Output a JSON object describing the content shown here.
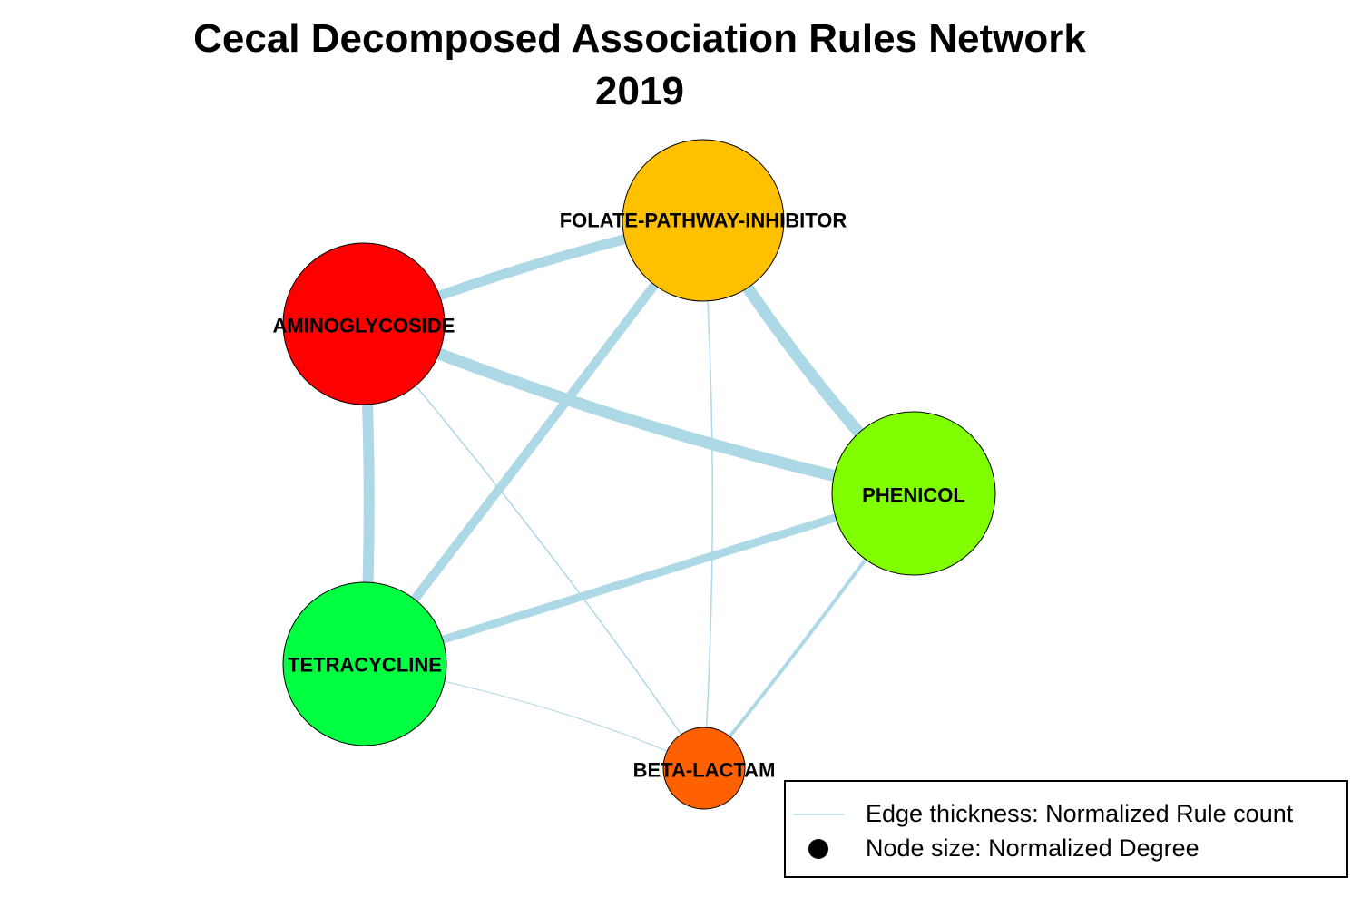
{
  "title": {
    "line1": "Cecal Decomposed Association Rules Network",
    "line2": "2019"
  },
  "colors": {
    "edge": "#add8e6",
    "node_outline": "#000000"
  },
  "nodes": [
    {
      "id": "folate",
      "label": "FOLATE-PATHWAY-INHIBITOR",
      "color": "#ffc000"
    },
    {
      "id": "amino",
      "label": "AMINOGLYCOSIDE",
      "color": "#ff0000"
    },
    {
      "id": "phenicol",
      "label": "PHENICOL",
      "color": "#80ff00"
    },
    {
      "id": "tetra",
      "label": "TETRACYCLINE",
      "color": "#00ff40"
    },
    {
      "id": "beta",
      "label": "BETA-LACTAM",
      "color": "#ff6000"
    }
  ],
  "edges": [
    {
      "source": "amino",
      "target": "folate"
    },
    {
      "source": "amino",
      "target": "phenicol"
    },
    {
      "source": "folate",
      "target": "phenicol"
    },
    {
      "source": "amino",
      "target": "tetra"
    },
    {
      "source": "folate",
      "target": "tetra"
    },
    {
      "source": "tetra",
      "target": "phenicol"
    },
    {
      "source": "amino",
      "target": "beta"
    },
    {
      "source": "folate",
      "target": "beta"
    },
    {
      "source": "phenicol",
      "target": "beta"
    },
    {
      "source": "tetra",
      "target": "beta"
    }
  ],
  "legend": {
    "edge_label": "Edge thickness: Normalized Rule count",
    "node_label": "Node size: Normalized Degree"
  }
}
